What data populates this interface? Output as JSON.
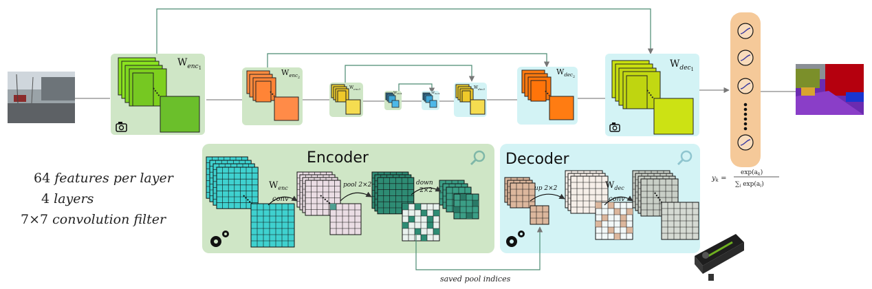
{
  "top_row": {
    "enc1": {
      "label": "W",
      "sub": "enc",
      "subsub": "1"
    },
    "enc2": {
      "label": "W",
      "sub": "enc",
      "subsub": "2"
    },
    "enc3": {
      "label": "W",
      "sub": "enc3"
    },
    "mid1": {
      "label": "W",
      "sub": "enc4"
    },
    "mid2": {
      "label": "W",
      "sub": "dec4"
    },
    "dec3": {
      "label": "W",
      "sub": "dec3"
    },
    "dec2": {
      "label": "W",
      "sub": "dec",
      "subsub": "2"
    },
    "dec1": {
      "label": "W",
      "sub": "dec",
      "subsub": "1"
    }
  },
  "softmax": {
    "formula_lhs": "y",
    "formula_lhs_sub": "k",
    "numerator": "exp(a",
    "numerator_sub": "k",
    "numerator_end": ")",
    "denominator": "∑",
    "denominator_sub": "i",
    "denominator_rest": " exp(a",
    "denominator_rest_sub": "i",
    "denominator_end": ")"
  },
  "encoder_panel": {
    "title": "Encoder",
    "w_label": "W",
    "w_sub": "enc",
    "conv_label": "conv",
    "pool_label": "pool 2×2",
    "down_label": "down",
    "down_size": "2×2"
  },
  "decoder_panel": {
    "title": "Decoder",
    "up_label": "up 2×2",
    "w_label": "W",
    "w_sub": "dec",
    "conv_label": "conv"
  },
  "saved_pool_label": "saved pool indices",
  "left_text": {
    "line1_num": "64",
    "line1_rest": "features per layer",
    "line2_num": "4",
    "line2_rest": "layers",
    "line3_num": "7×7",
    "line3_rest": "convolution  filter"
  },
  "icons": {
    "camera": "camera-icon",
    "search": "magnifier-icon",
    "gears": "gears-icon",
    "gpu": "gpu-card-icon"
  },
  "colors": {
    "enc_panel": "#cfe6c6",
    "dec_panel": "#d3f3f5",
    "softmax_panel": "#f5c999",
    "enc1_back": "#88e820",
    "enc1_front": "#69c42a",
    "enc2": "#ff8c40",
    "enc3": "#f2d430",
    "mid": "#3fa7d6",
    "dec2": "#ff7a10",
    "dec1": "#c9e010",
    "teal": "#3fd1cf",
    "pink": "#eadde4",
    "dark_teal": "#2e8c74",
    "tan": "#dcb79d",
    "gray": "#c9cfc7",
    "line": "#4a8a72"
  }
}
